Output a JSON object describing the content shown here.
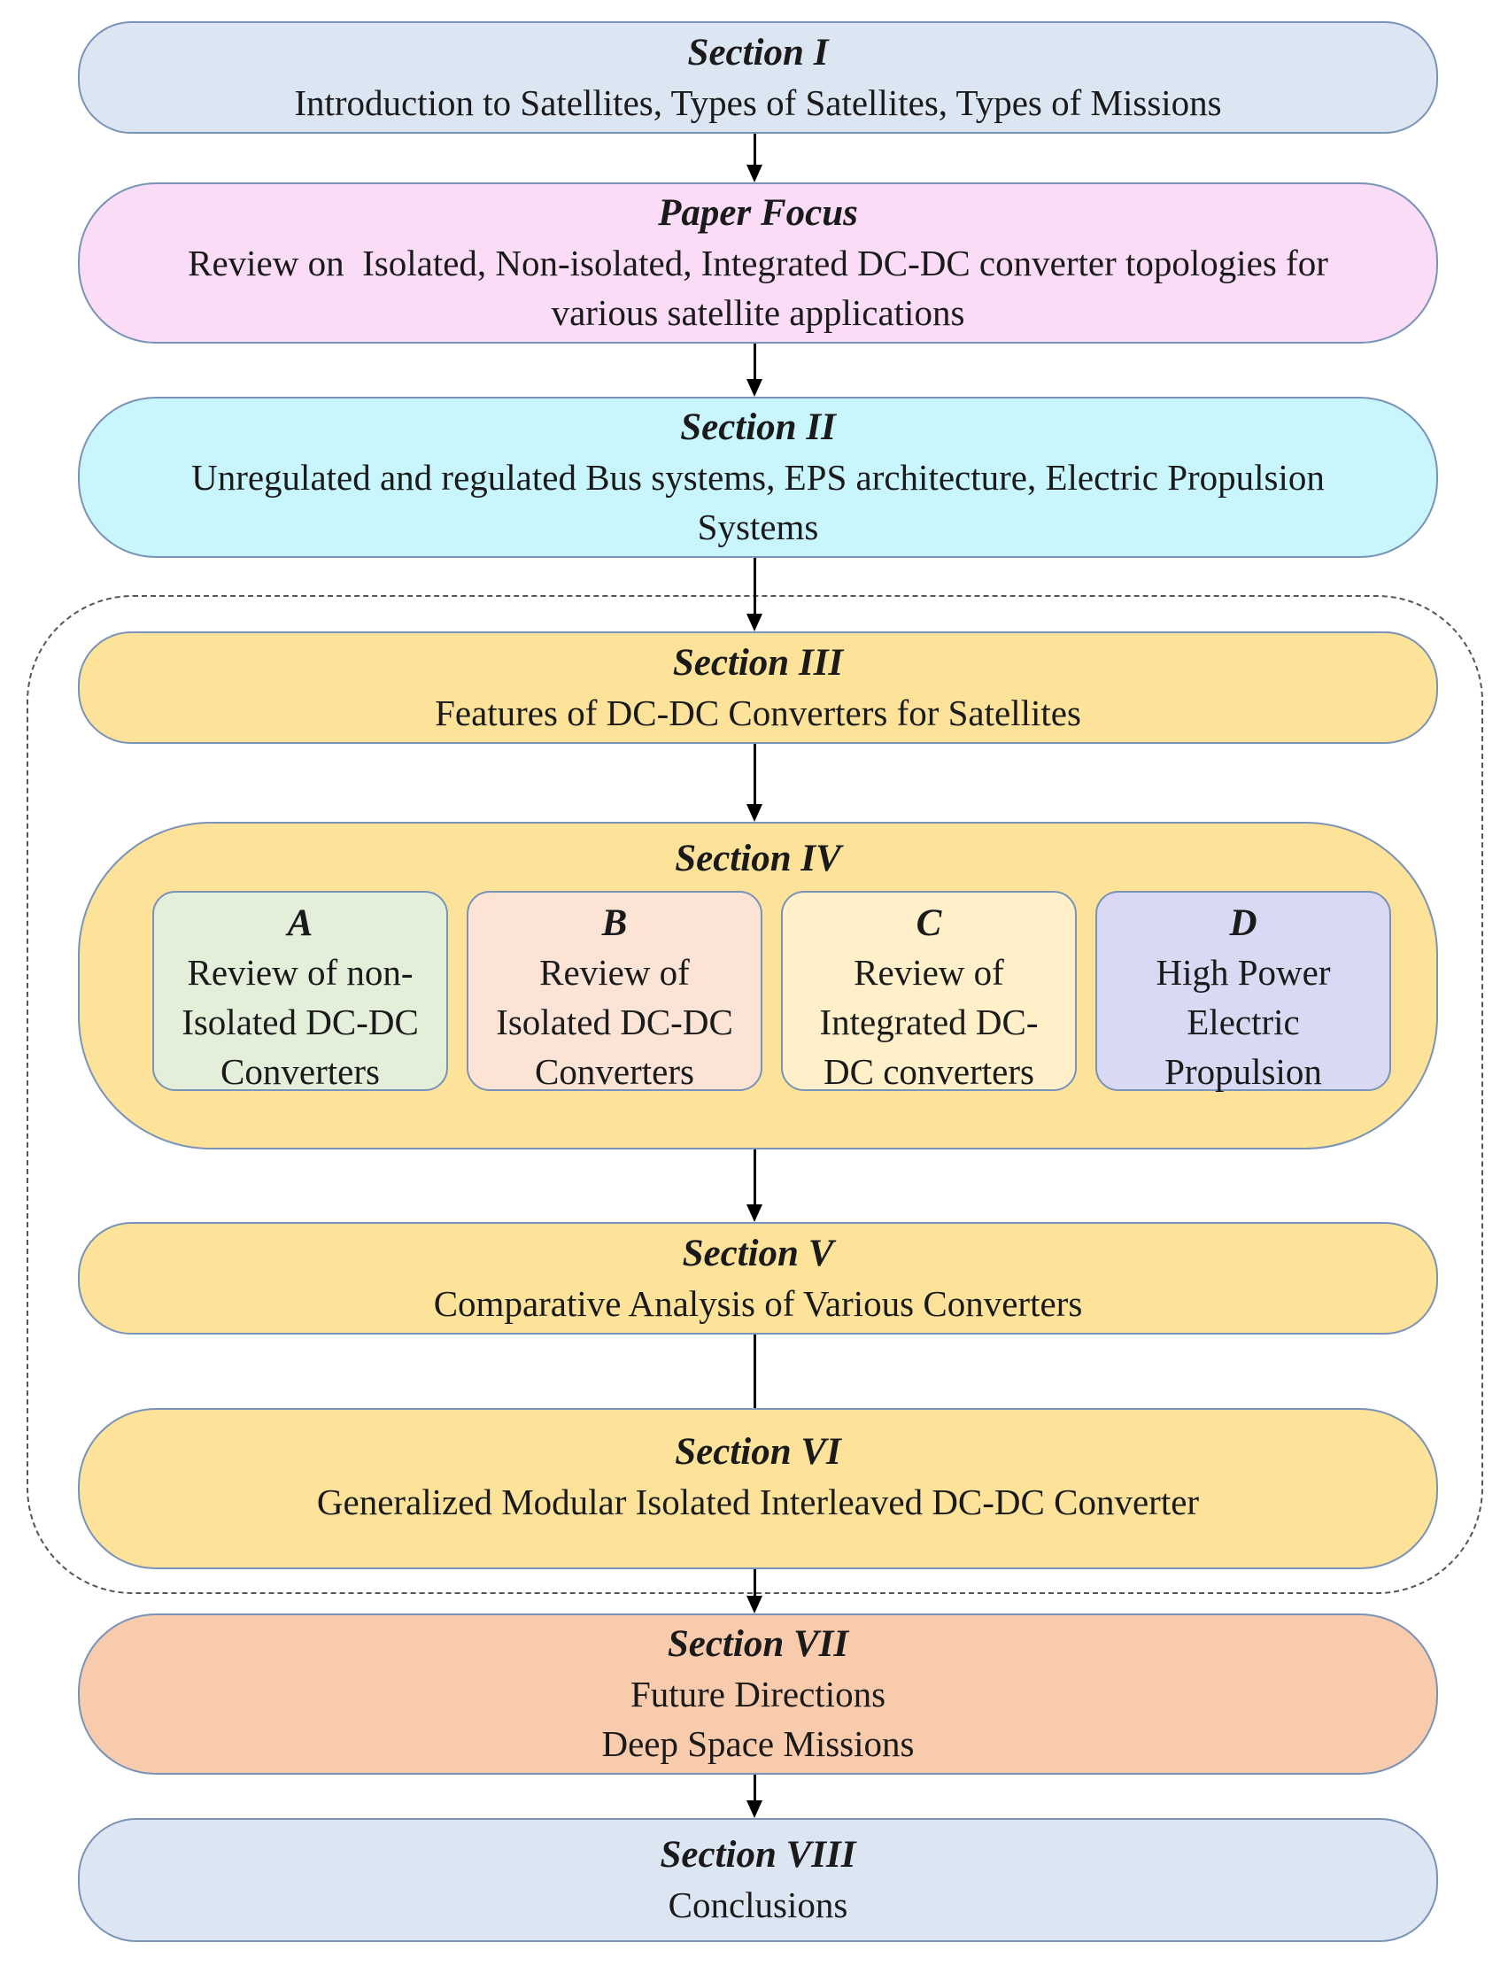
{
  "colors": {
    "blue_light": "#dce6f2",
    "pink": "#fadcf7",
    "cyan": "#c9f6fd",
    "gold": "#fde29a",
    "green_light": "#e3efd9",
    "peach_light": "#fbe4d6",
    "cream": "#fff0c9",
    "lavender": "#d9d9f3",
    "salmon": "#f8cbad",
    "border": "#7a93b8"
  },
  "sections": {
    "s1": {
      "title": "Section I",
      "lines": [
        "Introduction to Satellites, Types of Satellites, Types of Missions"
      ]
    },
    "focus": {
      "title": "Paper Focus",
      "lines": [
        "Review on  Isolated, Non-isolated, Integrated DC-DC converter topologies for",
        "various satellite applications"
      ]
    },
    "s2": {
      "title": "Section II",
      "lines": [
        "Unregulated and regulated Bus systems, EPS architecture, Electric Propulsion",
        "Systems"
      ]
    },
    "s3": {
      "title": "Section III",
      "lines": [
        "Features of DC-DC Converters for Satellites"
      ]
    },
    "s4": {
      "title": "Section IV",
      "subs": [
        {
          "title": "A",
          "lines": [
            "Review of non-",
            "Isolated DC-DC",
            "Converters"
          ]
        },
        {
          "title": "B",
          "lines": [
            "Review of",
            "Isolated DC-DC",
            "Converters"
          ]
        },
        {
          "title": "C",
          "lines": [
            "Review of",
            "Integrated DC-",
            "DC converters"
          ]
        },
        {
          "title": "D",
          "lines": [
            "High Power",
            "Electric",
            "Propulsion"
          ]
        }
      ]
    },
    "s5": {
      "title": "Section V",
      "lines": [
        "Comparative Analysis of Various Converters"
      ]
    },
    "s6": {
      "title": "Section VI",
      "lines": [
        "Generalized Modular Isolated Interleaved DC-DC Converter"
      ]
    },
    "s7": {
      "title": "Section VII",
      "lines": [
        "Future Directions",
        "Deep Space Missions"
      ]
    },
    "s8": {
      "title": "Section VIII",
      "lines": [
        "Conclusions"
      ]
    }
  }
}
